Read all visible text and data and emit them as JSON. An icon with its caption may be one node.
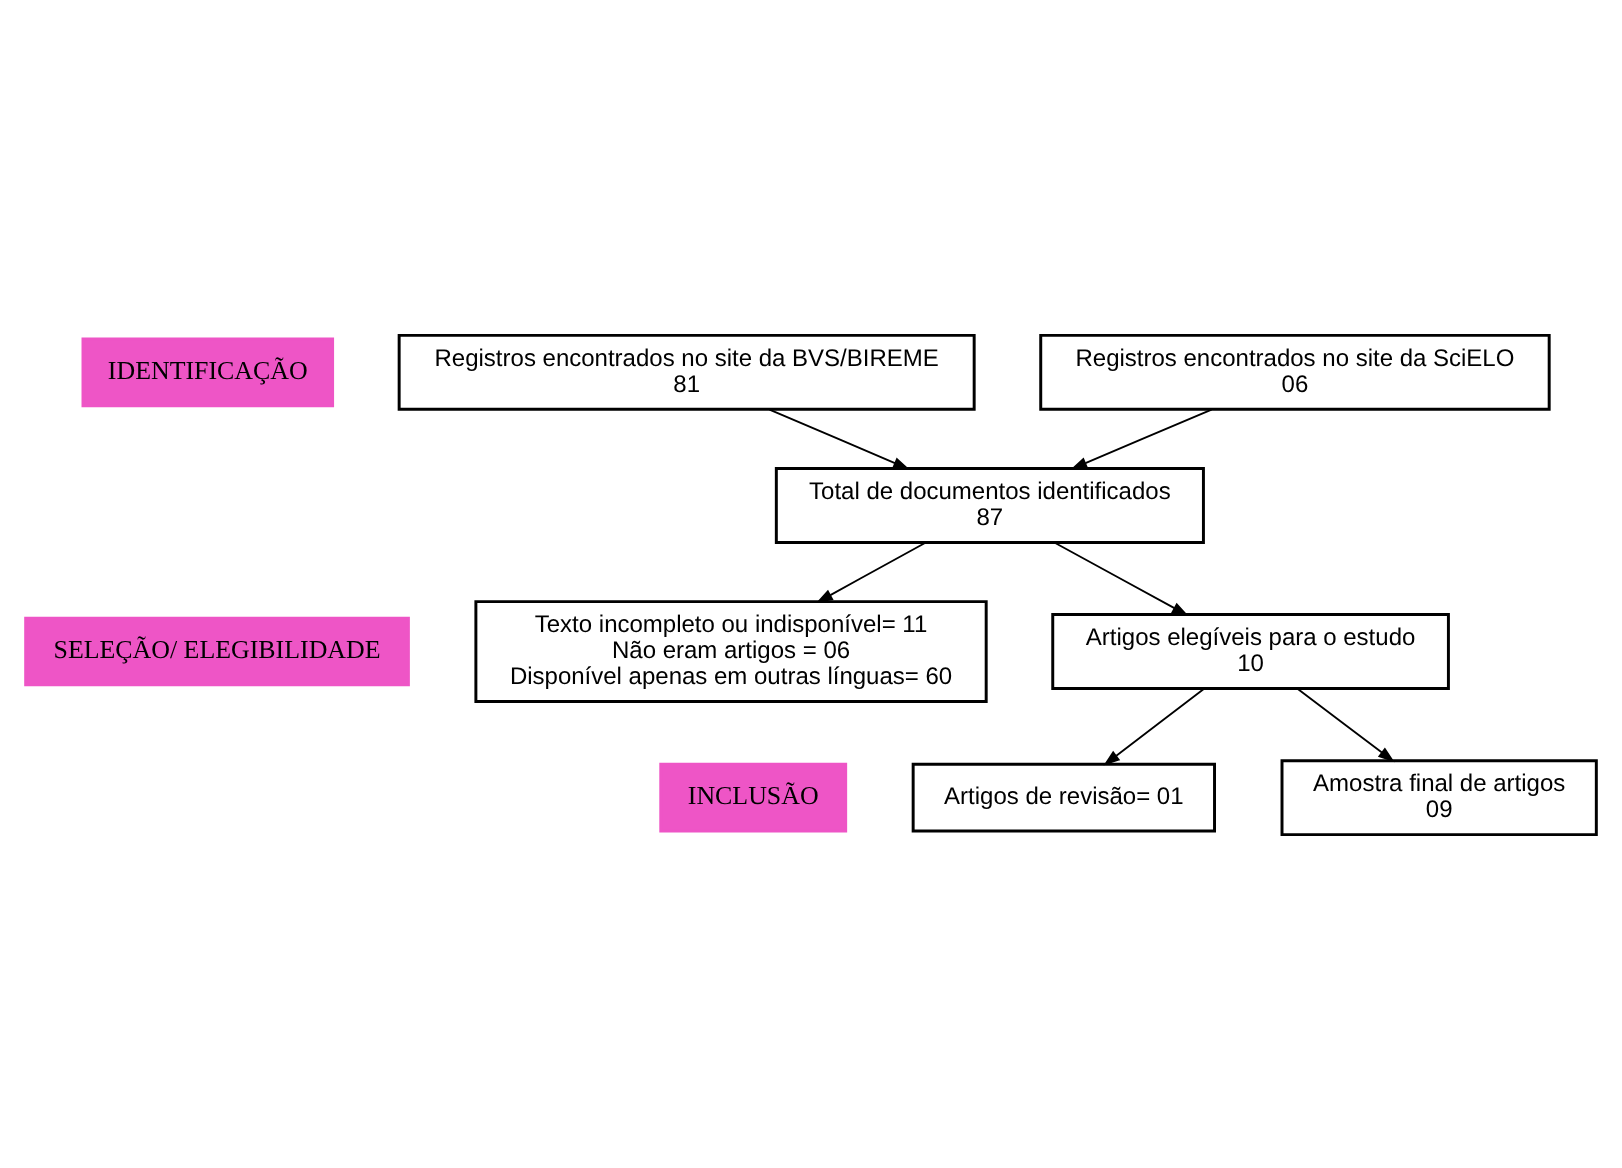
{
  "diagram": {
    "nodes": [
      {
        "text": [
          "IDENTIFICAÇÃO"
        ]
      },
      {
        "text": [
          "SELEÇÃO/ ELEGIBILIDADE"
        ]
      },
      {
        "text": [
          "INCLUSÃO"
        ]
      },
      {
        "text": [
          "Registros encontrados no site da BVS/BIREME",
          "81"
        ]
      },
      {
        "text": [
          "Registros encontrados no site da SciELO",
          "06"
        ]
      },
      {
        "text": [
          "Total de documentos identificados",
          "87"
        ]
      },
      {
        "text": [
          "Texto incompleto ou indisponível= 11",
          "Não eram artigos = 06",
          "Disponível apenas em outras línguas= 60"
        ]
      },
      {
        "text": [
          "Artigos elegíveis para o estudo",
          "10"
        ]
      },
      {
        "text": [
          "Artigos de revisão= 01"
        ]
      },
      {
        "text": [
          "Amostra final de artigos",
          "09"
        ]
      }
    ],
    "edges": [
      {
        "from": 3,
        "to": 5,
        "arrow": "to"
      },
      {
        "from": 4,
        "to": 5,
        "arrow": "to"
      },
      {
        "from": 5,
        "to": 6,
        "arrow": "to"
      },
      {
        "from": 5,
        "to": 7,
        "arrow": "to"
      },
      {
        "from": 7,
        "to": 8,
        "arrow": "to"
      },
      {
        "from": 7,
        "to": 9,
        "arrow": "to"
      }
    ]
  }
}
